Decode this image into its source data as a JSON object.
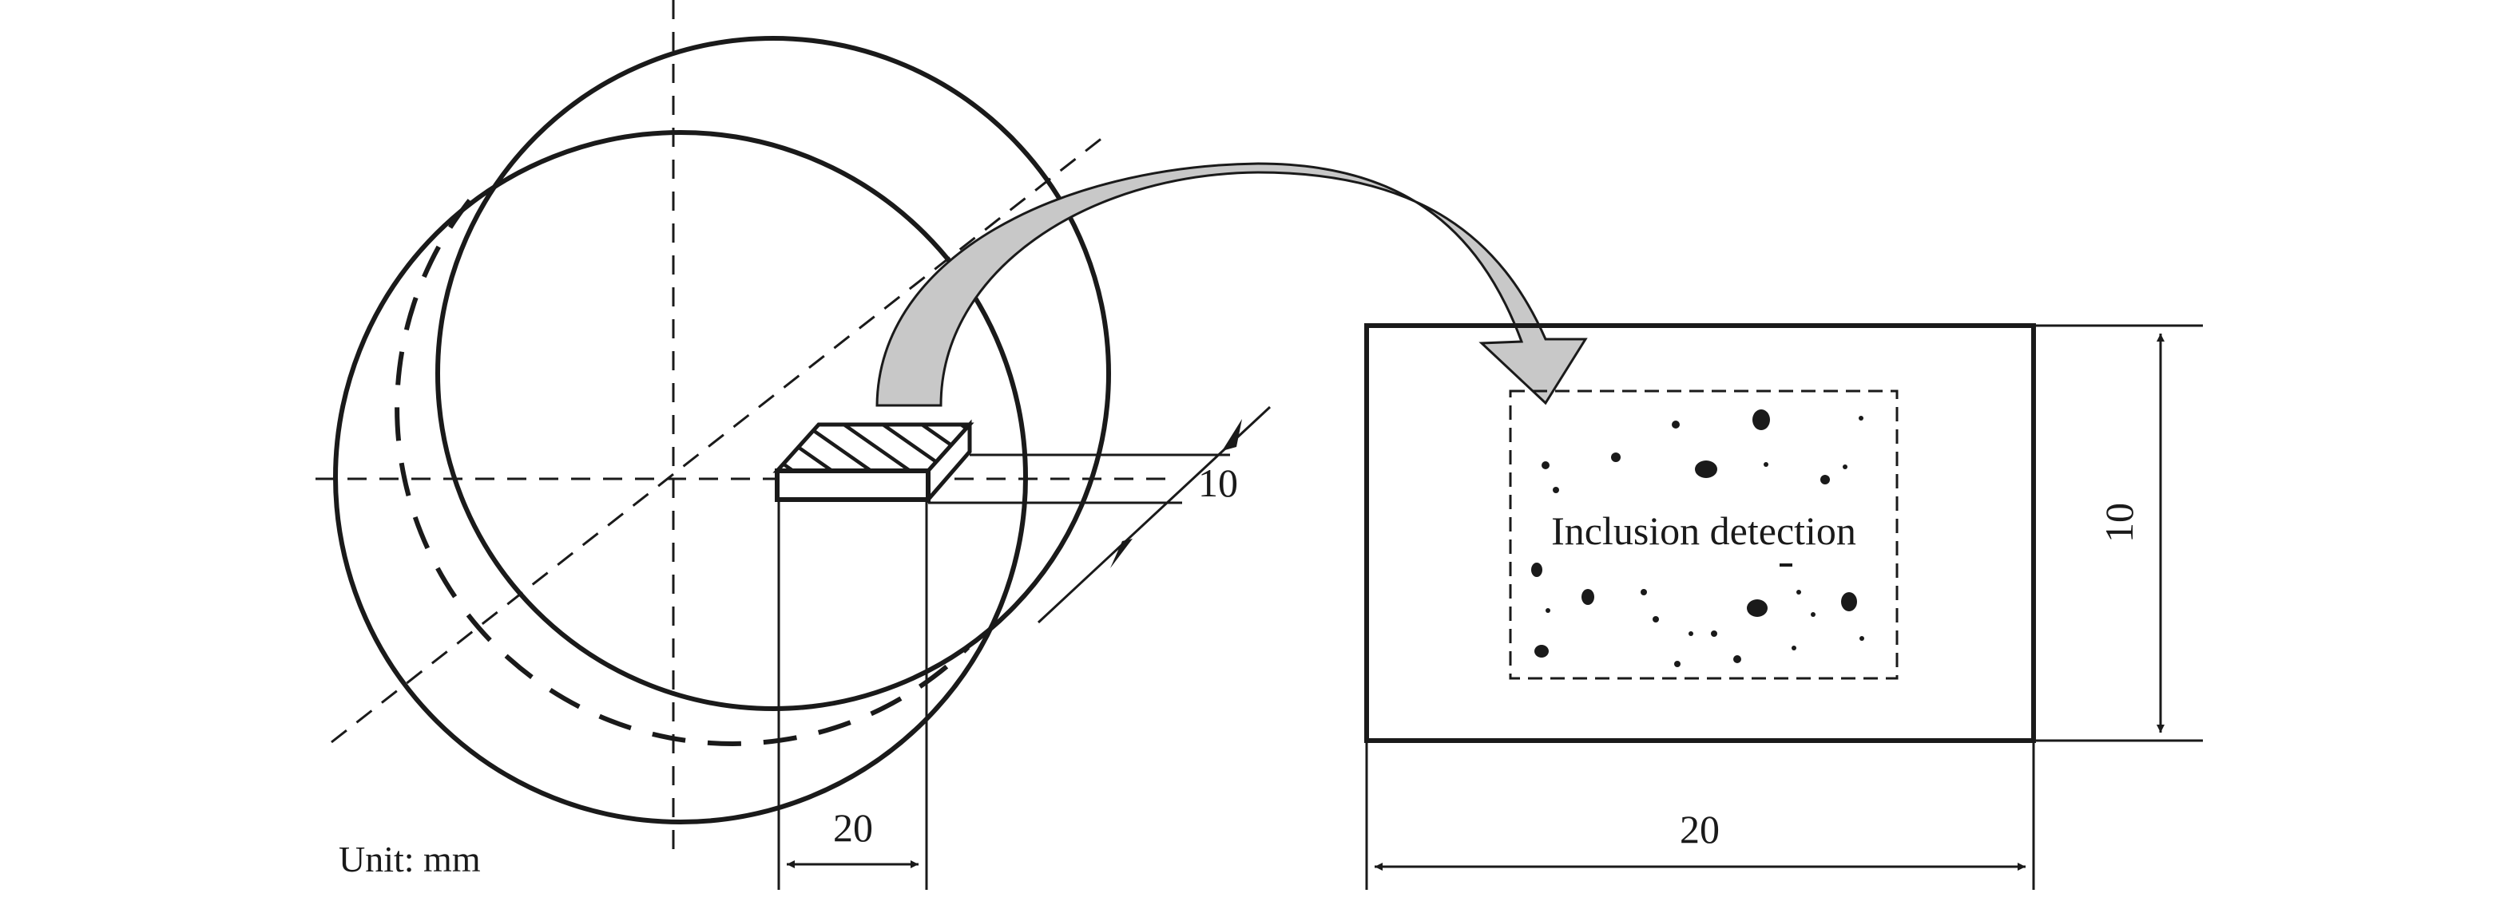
{
  "figure": {
    "unit_label": "Unit: mm",
    "left_view": {
      "thickness_label": "10",
      "width_label": "20"
    },
    "right_view": {
      "region_label": "Inclusion detection",
      "height_label": "10",
      "width_label": "20"
    }
  },
  "colors": {
    "line": "#1a1a1a",
    "arrow_fill": "#c8c8c8",
    "background": "#ffffff"
  }
}
